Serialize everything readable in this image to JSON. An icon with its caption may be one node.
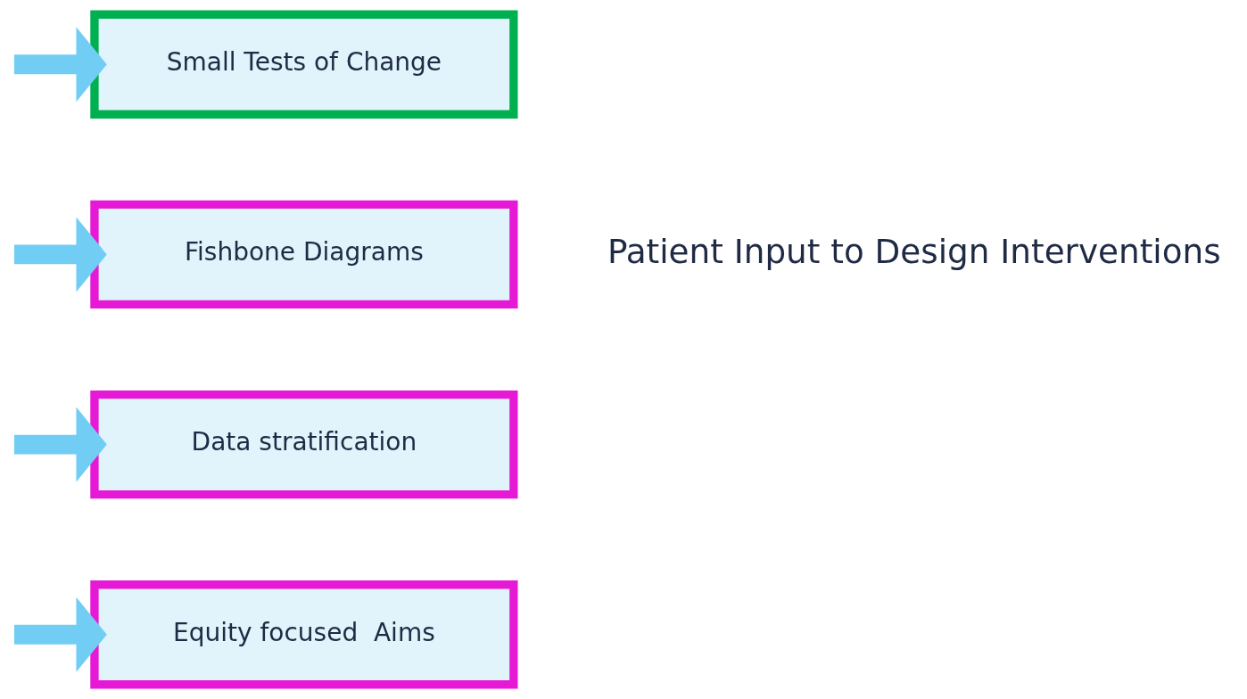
{
  "diagram": {
    "nodes": [
      {
        "text": [
          "Equity focused  Aims"
        ]
      },
      {
        "text": [
          "Data stratification"
        ]
      },
      {
        "text": [
          "Fishbone Diagrams"
        ]
      },
      {
        "text": [
          "Small Tests of Change"
        ]
      }
    ],
    "edges": [
      {
        "from": null,
        "to": 0,
        "arrow": "to"
      },
      {
        "from": null,
        "to": 1,
        "arrow": "to"
      },
      {
        "from": null,
        "to": 2,
        "arrow": "to"
      },
      {
        "from": null,
        "to": 3,
        "arrow": "to"
      }
    ],
    "labels": [
      "Patient Input to Design Interventions"
    ]
  }
}
